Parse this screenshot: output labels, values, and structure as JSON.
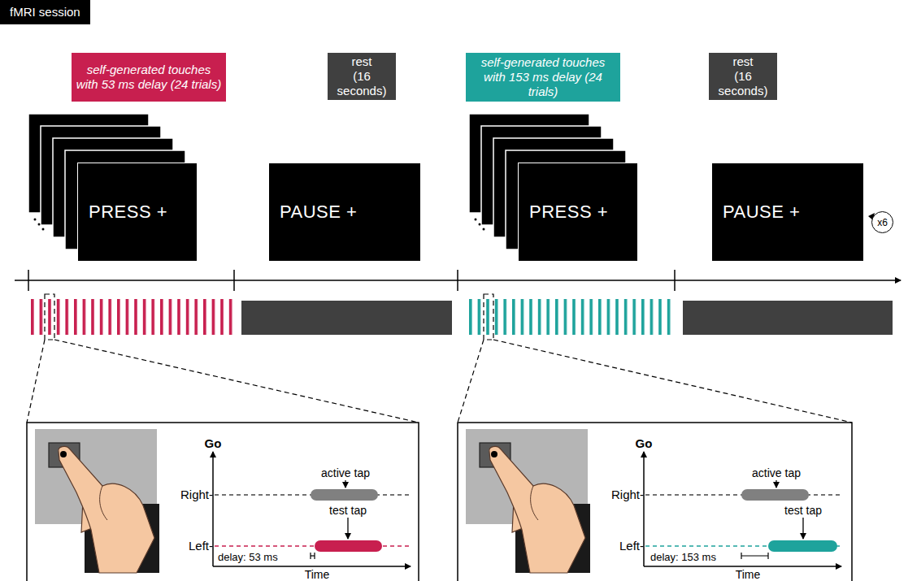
{
  "diagram": {
    "title": "fMRI session",
    "nodes": [
      {
        "text": [
          "self-generated touches with 53 ms delay (24 trials)"
        ]
      },
      {
        "text": [
          "rest",
          "(16 seconds)"
        ]
      },
      {
        "text": [
          "self-generated touches with 153 ms delay (24 trials)"
        ]
      },
      {
        "text": [
          "rest",
          "(16 seconds)"
        ]
      },
      {
        "text": [
          "PRESS +"
        ]
      },
      {
        "text": [
          "PAUSE +"
        ]
      },
      {
        "text": [
          "PRESS +"
        ]
      },
      {
        "text": [
          "PAUSE +"
        ]
      },
      {
        "text": [
          "x6"
        ]
      }
    ],
    "labels": [
      "Go",
      "Right-",
      "Left-",
      "active tap",
      "test tap",
      "delay: 53 ms",
      "Time",
      "Go",
      "Right-",
      "Left-",
      "active tap",
      "test tap",
      "delay: 153 ms",
      "Time"
    ]
  }
}
